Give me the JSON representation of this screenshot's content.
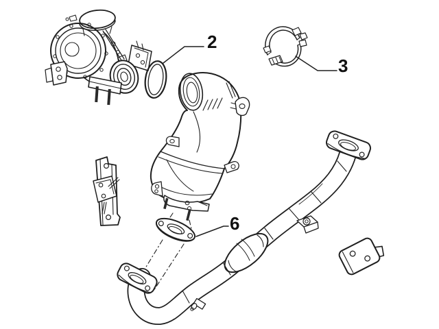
{
  "diagram": {
    "background_color": "#ffffff",
    "line_color": "#1f1f1f",
    "label_color": "#111111",
    "callouts": [
      {
        "label": "2"
      },
      {
        "label": "3"
      },
      {
        "label": "6"
      }
    ]
  }
}
